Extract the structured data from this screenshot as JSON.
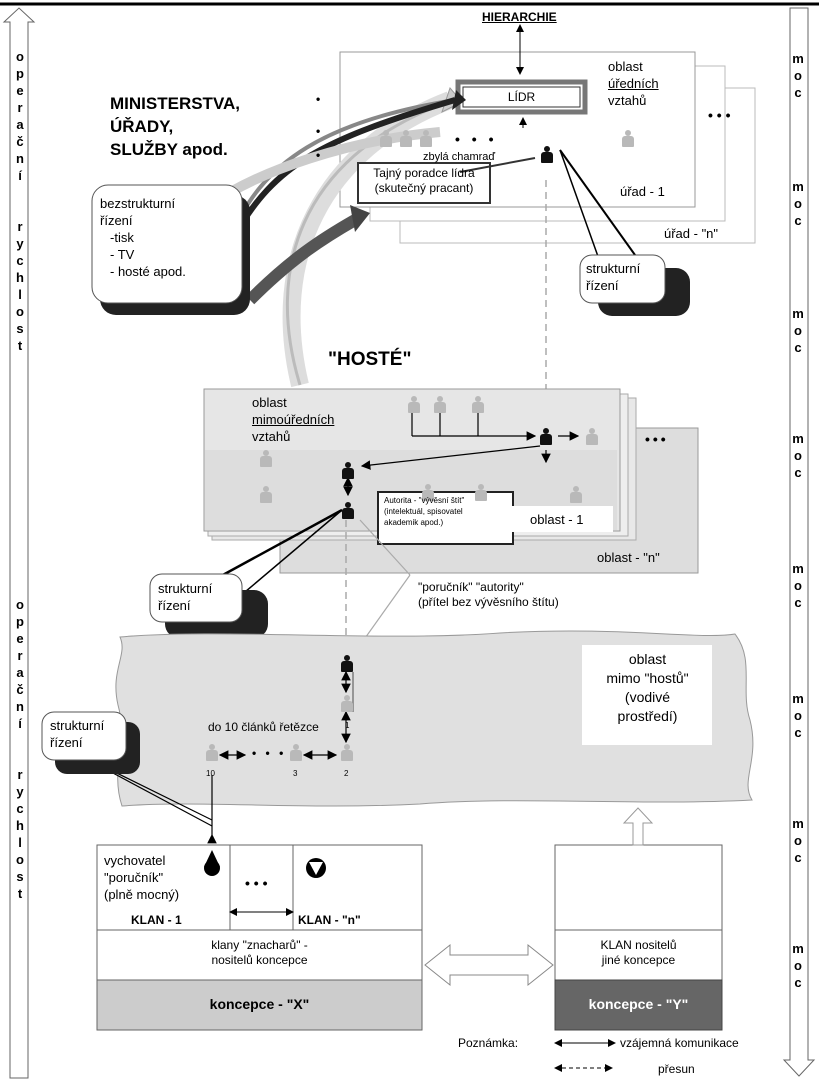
{
  "hierarchy_title": "HIERARCHIE",
  "left_arrow_label": "operační rychlost",
  "left_arrow_text_top": "operační",
  "left_arrow_text_top2": "rychlost",
  "right_arrow_word": "moc",
  "top_area": {
    "ministries_line1": "MINISTERSTVA,",
    "ministries_line2": "ÚŘADY,",
    "ministries_line3": "SLUŽBY apod.",
    "leader": "LÍDR",
    "official_area_line1": "oblast",
    "official_area_line2": "úředních",
    "official_area_line3": "vztahů",
    "rabble": "zbylá chamraď",
    "secret_advisor_line1": "Tajný poradce lídra",
    "secret_advisor_line2": "(skutečný pracant)",
    "office_1": "úřad - 1",
    "office_n": "úřad - \"n\"",
    "dots": "• • •"
  },
  "unstructured": {
    "line1": "bezstrukturní",
    "line2": "řízení",
    "item1": "-tisk",
    "item2": "- TV",
    "item3": "- hosté apod."
  },
  "structured_label_line1": "strukturní",
  "structured_label_line2": "řízení",
  "guests_title": "\"HOSTÉ\"",
  "middle_area": {
    "line1": "oblast",
    "line2": "mimoúředních",
    "line3": "vztahů",
    "authority_line1": "Autorita - \"vývěsní štít\"",
    "authority_line2": "(intelektuál, spisovatel",
    "authority_line3": "akademik apod.)",
    "area_1": "oblast - 1",
    "area_n": "oblast - \"n\"",
    "lieutenant_line1": "\"poručník\" \"autority\"",
    "lieutenant_line2": "(přítel bez vývěsního štítu)"
  },
  "lower_area": {
    "line1": "oblast",
    "line2": "mimo \"hostů\"",
    "line3": "(vodivé",
    "line4": "prostředí)",
    "chain": "do 10 článků řetězce",
    "num_10": "10",
    "num_3": "3",
    "num_2": "2",
    "num_1": "1"
  },
  "clans": {
    "tutor_line1": "vychovatel",
    "tutor_line2": "\"poručník\"",
    "tutor_line3": "(plně mocný)",
    "clan_1": "KLAN - 1",
    "clan_n": "KLAN - \"n\"",
    "dots": "• • •",
    "healers_line1": "klany \"znacharů\" -",
    "healers_line2": "nositelů koncepce",
    "concept_x": "koncepce - \"X\"",
    "other_clan_line1": "KLAN nositelů",
    "other_clan_line2": "jiné koncepce",
    "concept_y": "koncepce - \"Y\""
  },
  "legend": {
    "note": "Poznámka:",
    "mutual": "vzájemná komunikace",
    "transfer": "přesun"
  }
}
